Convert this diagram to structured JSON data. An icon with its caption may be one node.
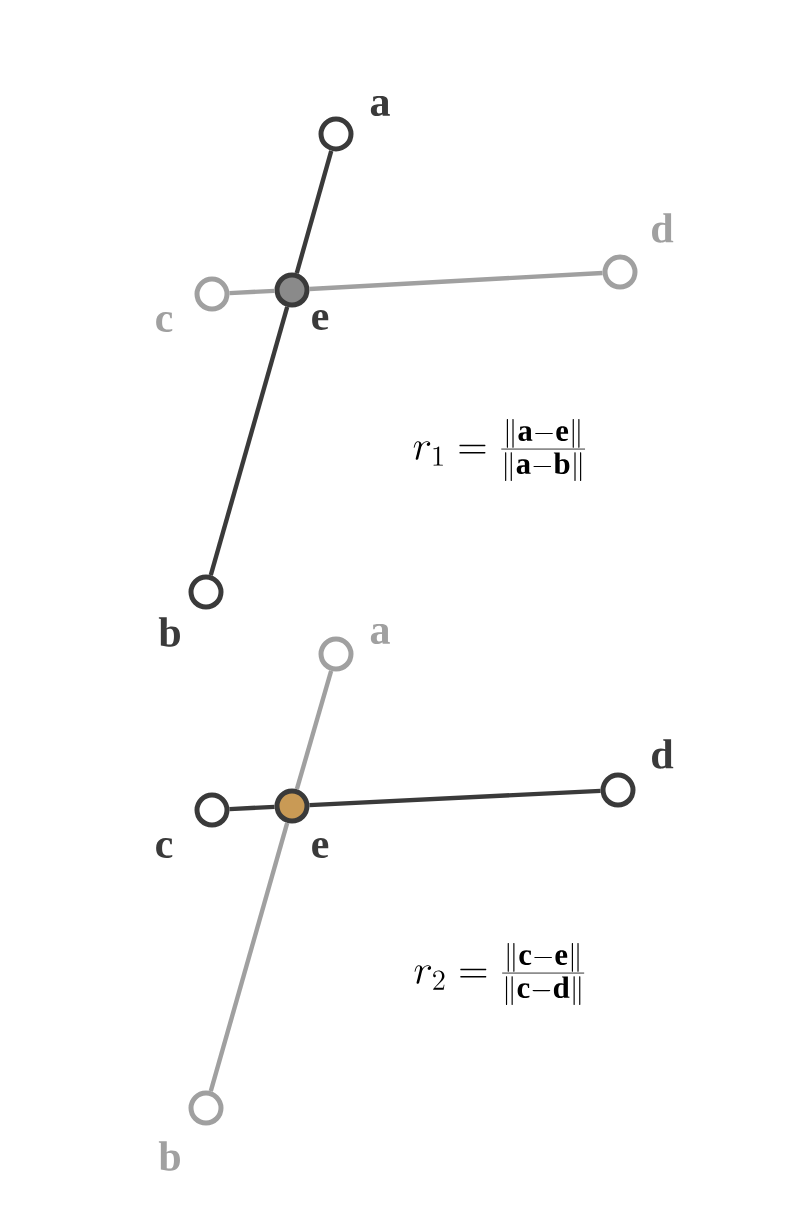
{
  "diagram": {
    "nodes": [
      {
        "text": [],
        "shape": "circle",
        "beside": [
          "a"
        ]
      },
      {
        "text": [],
        "shape": "circle",
        "beside": [
          "c"
        ]
      },
      {
        "text": [],
        "shape": "circle",
        "beside": [
          "e"
        ]
      },
      {
        "text": [],
        "shape": "circle",
        "beside": [
          "d"
        ]
      },
      {
        "text": [],
        "shape": "circle",
        "beside": [
          "b"
        ]
      },
      {
        "text": [],
        "shape": "circle",
        "beside": [
          "a"
        ]
      },
      {
        "text": [],
        "shape": "circle",
        "beside": [
          "d"
        ]
      },
      {
        "text": [],
        "shape": "circle",
        "beside": [
          "c"
        ]
      },
      {
        "text": [],
        "shape": "circle",
        "beside": [
          "e"
        ]
      },
      {
        "text": [],
        "shape": "circle",
        "beside": [
          "b"
        ]
      }
    ],
    "edges": [
      {
        "from": 0,
        "to": 2,
        "arrow": "none"
      },
      {
        "from": 2,
        "to": 4,
        "arrow": "none"
      },
      {
        "from": 1,
        "to": 2,
        "arrow": "none",
        "color": "#a0a0a0"
      },
      {
        "from": 2,
        "to": 3,
        "arrow": "none",
        "color": "#a0a0a0"
      },
      {
        "from": 5,
        "to": 8,
        "arrow": "none",
        "color": "#a0a0a0"
      },
      {
        "from": 8,
        "to": 9,
        "arrow": "none",
        "color": "#a0a0a0"
      },
      {
        "from": 7,
        "to": 8,
        "arrow": "none"
      },
      {
        "from": 8,
        "to": 6,
        "arrow": "none"
      }
    ],
    "labels": [
      "r_1 = \\frac{\\|\\mathbf{a}-\\mathbf{e}\\|}{\\|\\mathbf{a}-\\mathbf{b}\\|}",
      "r_2 = \\frac{\\|\\mathbf{c}-\\mathbf{e}\\|}{\\|\\mathbf{c}-\\mathbf{d}\\|}"
    ]
  }
}
